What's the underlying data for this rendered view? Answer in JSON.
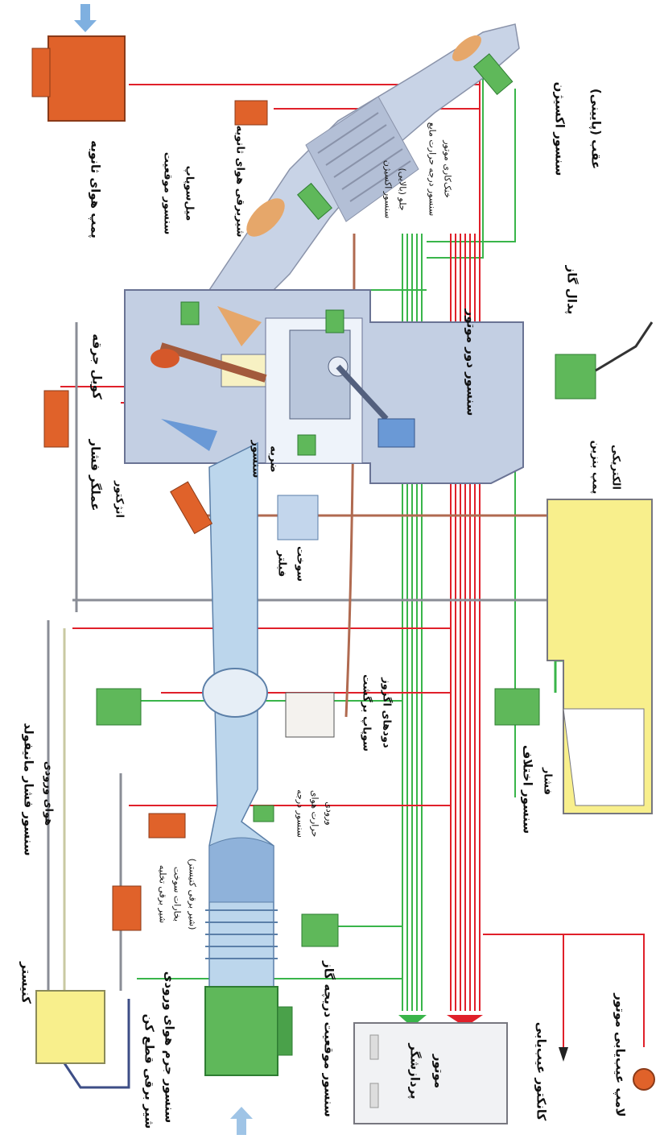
{
  "labels": {
    "secondary_air_pump": "پمپ هوای ثانویه",
    "secondary_air_valve": "شیربرقی هوای ثانویه",
    "camshaft_sensor_1": "سنسور موقعیت",
    "camshaft_sensor_2": "میل‌سوپاپ",
    "rear_o2_sensor_1": "سنسور اکسیژن",
    "rear_o2_sensor_2": "عقب (پایینی)",
    "front_o2_sensor_1": "سنسور اکسیژن",
    "front_o2_sensor_2": "جلو (بالایی)",
    "coolant_temp_1": "سنسور درجه حرارت مایع",
    "coolant_temp_2": "خنک‌کاری موتور",
    "ignition_coil": "کویل جرقه",
    "accelerator_pedal": "پدال گاز",
    "engine_speed_sensor": "سنسور دور موتور",
    "pressure_regulator": "عملگر فشار",
    "injector": "انژکتور",
    "knock_sensor_1": "سنسور",
    "knock_sensor_2": "ضربه",
    "electric_fuel_pump_1": "پمپ بنزین",
    "electric_fuel_pump_2": "الکتریکی",
    "fuel_filter_1": "فیلتر",
    "fuel_filter_2": "سوخت",
    "egr_valve_1": "سوپاپ برگشت",
    "egr_valve_2": "دودهای اگزوز",
    "diff_pressure_1": "سنسور اختلاف",
    "diff_pressure_2": "فشار",
    "map_sensor_1": "سنسور فشار مانیفولد",
    "map_sensor_2": "هوای ورودی",
    "intake_temp_1": "سنسور درجه",
    "intake_temp_2": "حرارت هوای",
    "intake_temp_3": "ورودی",
    "purge_valve_1": "شیر برقی تخلیه",
    "purge_valve_2": "بخارات سوخت",
    "purge_valve_3": "(شیر برقی کنیستر)",
    "canister": "کنیستر",
    "canister_cutoff_valve": "شیر برقی قطع کن",
    "maf_sensor": "سنسور جرم هوای ورودی",
    "throttle_sensor": "سنسور موقعیت دریچه گاز",
    "ecu_1": "پردازشگر",
    "ecu_2": "موتور",
    "diag_connector": "کانکتور عیب‌یابی",
    "mil_lamp": "لامپ عیب‌یابی موتور"
  },
  "colors": {
    "sensor_green": "#5fb85a",
    "actuator_orange": "#e0622a",
    "engine_blue": "#c3cfe3",
    "intake_blue": "#bcd6ec",
    "fuel_yellow": "#f8ef8c",
    "signal_red": "#e0202a",
    "signal_green": "#39b54a",
    "fuel_line": "#b06a50"
  },
  "icons": [
    "arrow-down-icon",
    "arrow-up-icon",
    "mil-lamp-icon"
  ]
}
